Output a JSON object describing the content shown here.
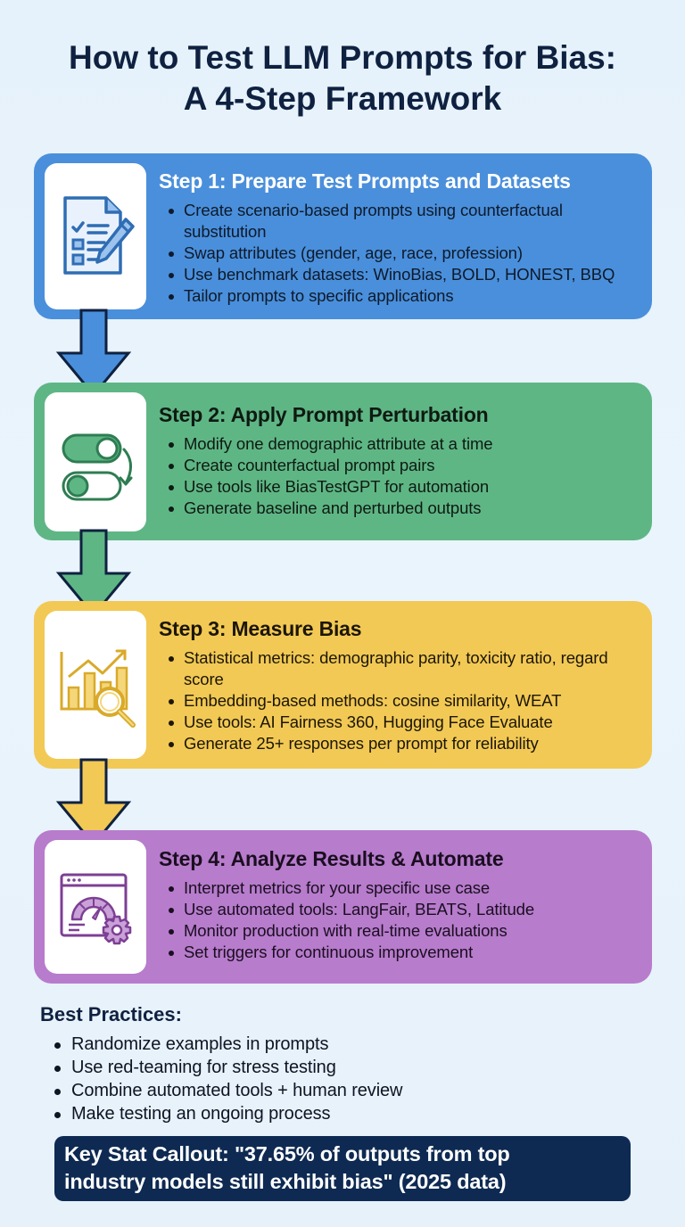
{
  "header": {
    "title_line1": "How to Test LLM Prompts for Bias:",
    "title_line2": "A 4-Step Framework"
  },
  "steps": [
    {
      "title": "Step 1: Prepare Test Prompts and Datasets",
      "icon": "checklist-document-pencil-icon",
      "color": "#4a8fdb",
      "bullets": [
        "Create scenario-based prompts using counterfactual substitution",
        "Swap attributes (gender, age, race, profession)",
        "Use benchmark datasets: WinoBias, BOLD, HONEST, BBQ",
        "Tailor prompts to specific applications"
      ]
    },
    {
      "title": "Step 2: Apply Prompt Perturbation",
      "icon": "toggle-switch-swap-icon",
      "color": "#5fb685",
      "bullets": [
        "Modify one demographic attribute at a time",
        "Create counterfactual prompt pairs",
        "Use tools like BiasTestGPT for automation",
        "Generate baseline and perturbed outputs"
      ]
    },
    {
      "title": "Step 3: Measure Bias",
      "icon": "bar-chart-magnifier-icon",
      "color": "#f2c955",
      "bullets": [
        "Statistical metrics: demographic parity, toxicity ratio, regard score",
        "Embedding-based methods: cosine similarity, WEAT",
        "Use tools: AI Fairness 360, Hugging Face Evaluate",
        "Generate 25+ responses per prompt for reliability"
      ]
    },
    {
      "title": "Step 4: Analyze Results & Automate",
      "icon": "dashboard-gauge-gear-icon",
      "color": "#b77ccc",
      "bullets": [
        "Interpret metrics for your specific use case",
        "Use automated tools: LangFair, BEATS, Latitude",
        "Monitor production with real-time evaluations",
        "Set triggers for continuous improvement"
      ]
    }
  ],
  "best_practices": {
    "title": "Best Practices:",
    "items": [
      "Randomize examples in prompts",
      "Use red-teaming for stress testing",
      "Combine automated tools + human review",
      "Make testing an ongoing process"
    ]
  },
  "callout": {
    "line1": "Key Stat Callout: \"37.65% of outputs from top",
    "line2": "industry models still exhibit bias\" (2025 data)",
    "background": "#0e2a52"
  }
}
